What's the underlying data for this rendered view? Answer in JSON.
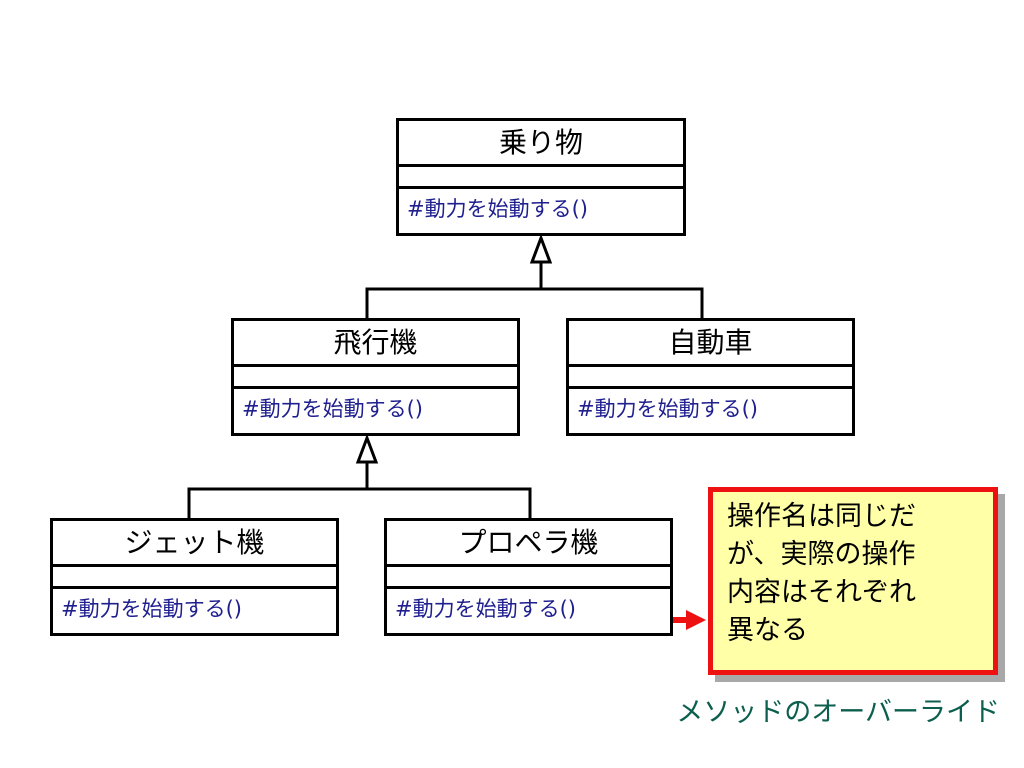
{
  "classes": {
    "vehicle": {
      "name": "乗り物",
      "operation": "#動力を始動する()"
    },
    "airplane": {
      "name": "飛行機",
      "operation": "#動力を始動する()"
    },
    "car": {
      "name": "自動車",
      "operation": "#動力を始動する()"
    },
    "jet": {
      "name": "ジェット機",
      "operation": "#動力を始動する()"
    },
    "propeller": {
      "name": "プロペラ機",
      "operation": "#動力を始動する()"
    }
  },
  "note": {
    "lines": [
      "操作名は同じだ",
      "が、実際の操作",
      "内容はそれぞれ",
      "異なる"
    ]
  },
  "caption": "メソッドのオーバーライド",
  "colors": {
    "operation_text": "#1f1f8f",
    "note_border": "#ee1111",
    "note_fill": "#ffffa8",
    "arrow": "#ee1111",
    "caption": "#0c5f4e"
  }
}
